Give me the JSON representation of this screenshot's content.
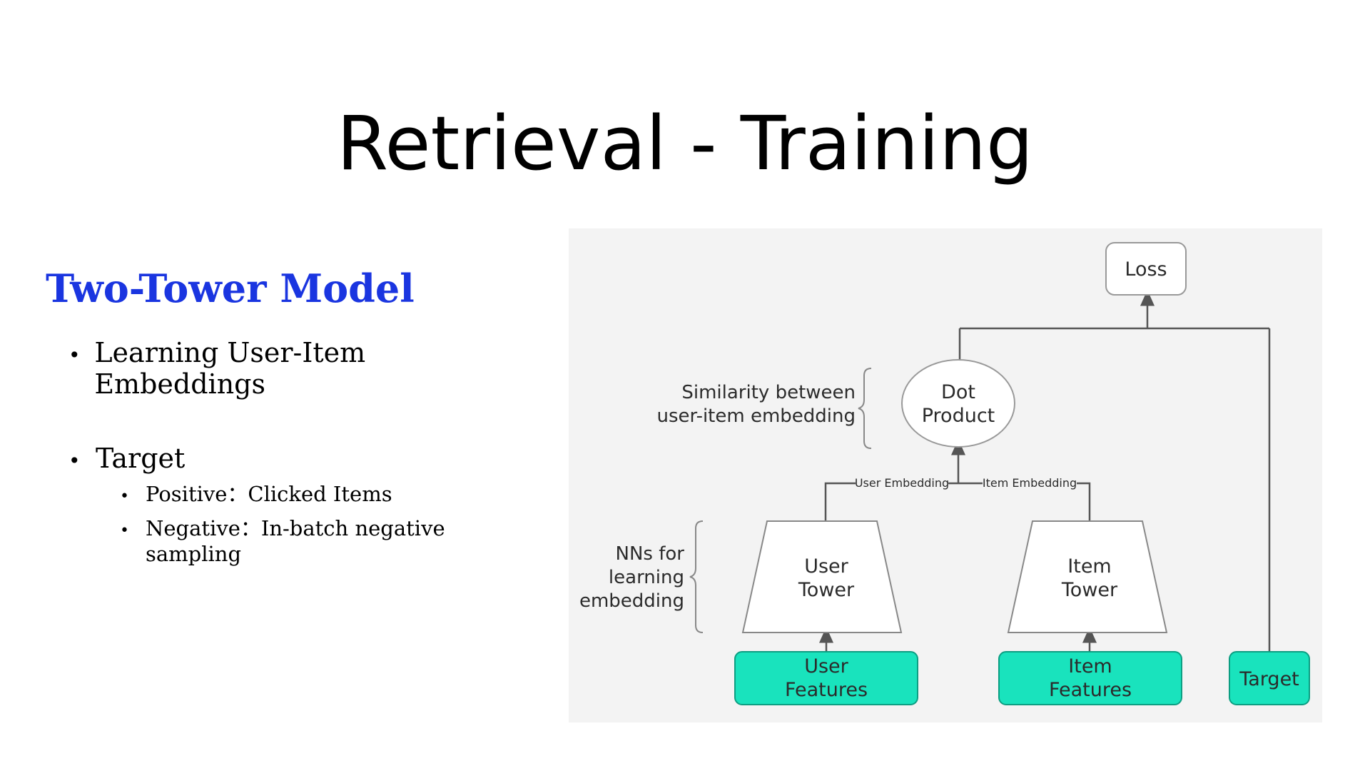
{
  "slide": {
    "title": "Retrieval - Training"
  },
  "left": {
    "heading": "Two-Tower Model",
    "bullets": [
      {
        "text": "Learning User-Item Embeddings"
      },
      {
        "text": "Target"
      }
    ],
    "sub_bullets": [
      "Positive：Clicked Items",
      "Negative：In-batch negative sampling"
    ]
  },
  "diagram": {
    "loss": "Loss",
    "dot_product": [
      "Dot",
      "Product"
    ],
    "similarity_note": [
      "Similarity between",
      "user-item embedding"
    ],
    "user_embedding": "User Embedding",
    "item_embedding": "Item Embedding",
    "nn_note": [
      "NNs for",
      "learning",
      "embedding"
    ],
    "user_tower": [
      "User",
      "Tower"
    ],
    "item_tower": [
      "Item",
      "Tower"
    ],
    "user_features": [
      "User",
      "Features"
    ],
    "item_features": [
      "Item",
      "Features"
    ],
    "target": "Target",
    "colors": {
      "feature_fill": "#19e3bd",
      "feature_stroke": "#0c9e82",
      "panel_bg": "#f3f3f3",
      "heading": "#1a35e0"
    }
  }
}
